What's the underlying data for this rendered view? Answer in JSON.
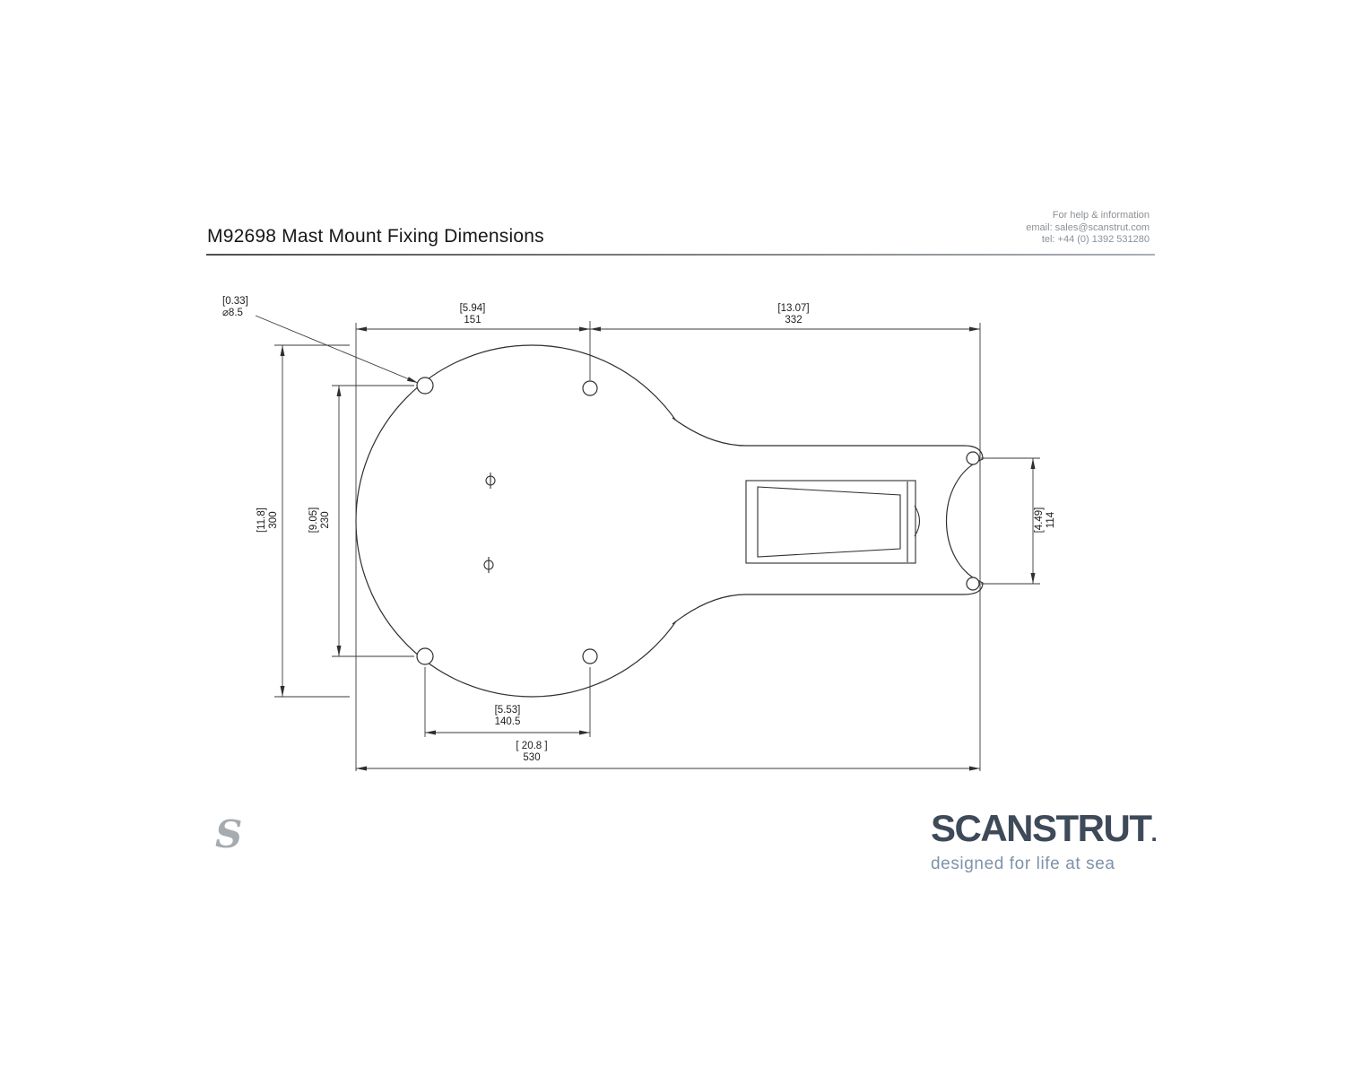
{
  "header": {
    "title": "M92698 Mast Mount Fixing Dimensions",
    "help": {
      "line1": "For help & information",
      "line2": "email: sales@scanstrut.com",
      "line3": "tel:  +44 (0) 1392 531280"
    }
  },
  "drawing": {
    "hole_callout": {
      "inches": "[0.33]",
      "mm": "⌀8.5"
    },
    "dims": {
      "top_left_span": {
        "inches": "[5.94]",
        "mm": "151"
      },
      "top_right_span": {
        "inches": "[13.07]",
        "mm": "332"
      },
      "outer_height": {
        "inches": "[11.8]",
        "mm": "300"
      },
      "hole_height": {
        "inches": "[9.05]",
        "mm": "230"
      },
      "fork_spacing": {
        "inches": "[4.49]",
        "mm": "114"
      },
      "bottom_hole_span": {
        "inches": "[5.53]",
        "mm": "140.5"
      },
      "overall_width": {
        "inches": "[ 20.8 ]",
        "mm": "530"
      }
    },
    "line_color": "#2f2f2f"
  },
  "footer": {
    "logo_letter": "S",
    "brand": "SCANSTRUT",
    "brand_mark": ".",
    "tagline": "designed for life at sea",
    "brand_color": "#3e4a59",
    "tagline_color": "#7e93a9"
  }
}
